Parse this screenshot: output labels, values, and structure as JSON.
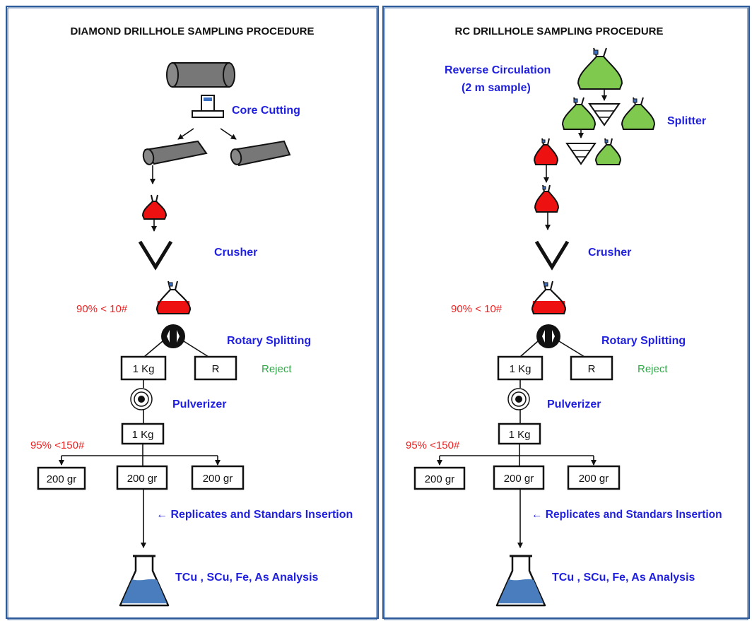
{
  "colors": {
    "label_blue": "#1f1fe0",
    "label_red": "#ee2222",
    "label_green": "#33a84a",
    "sample_red": "#ee1111",
    "sample_green": "#7fca4e",
    "rock_gray": "#777777",
    "liquid_blue": "#4a7dbd",
    "frame_border": "#2d5a9a"
  },
  "icons": [
    "drill-core-icon",
    "core-saw-icon",
    "sample-bag-icon",
    "crusher-icon",
    "rotary-splitter-icon",
    "pulverizer-icon",
    "riffle-splitter-icon",
    "flask-icon"
  ],
  "diamond": {
    "title": "DIAMOND DRILLHOLE SAMPLING PROCEDURE",
    "core_cutting": "Core Cutting",
    "crusher": "Crusher",
    "crush_spec": "90% < 10#",
    "rotary_splitting": "Rotary Splitting",
    "kg_box": "1 Kg",
    "reject_box": "R",
    "reject": "Reject",
    "pulverizer": "Pulverizer",
    "kg_box_2": "1 Kg",
    "pulv_spec": "95% <150#",
    "split_a": "200 gr",
    "split_b": "200 gr",
    "split_c": "200 gr",
    "qc": "← Replicates and Standars Insertion",
    "analysis": "TCu , SCu, Fe, As Analysis"
  },
  "rc": {
    "title": "RC DRILLHOLE SAMPLING PROCEDURE",
    "reverse_1": "Reverse Circulation",
    "reverse_2": "(2 m sample)",
    "splitter": "Splitter",
    "crusher": "Crusher",
    "crush_spec": "90% < 10#",
    "rotary_splitting": "Rotary Splitting",
    "kg_box": "1 Kg",
    "reject_box": "R",
    "reject": "Reject",
    "pulverizer": "Pulverizer",
    "kg_box_2": "1 Kg",
    "pulv_spec": "95% <150#",
    "split_a": "200 gr",
    "split_b": "200 gr",
    "split_c": "200 gr",
    "qc": "← Replicates and Standars Insertion",
    "analysis": "TCu , SCu, Fe, As Analysis"
  }
}
